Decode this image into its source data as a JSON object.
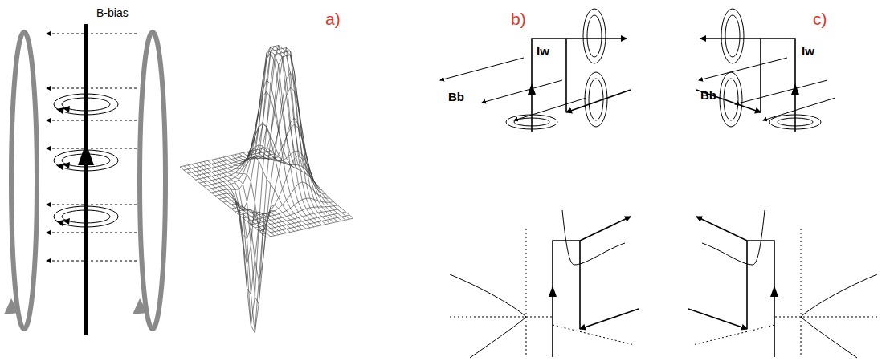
{
  "diagram": {
    "labels": [
      "a)",
      "B-bias",
      "b)",
      "Iw",
      "Bb",
      "c)",
      "Iw",
      "Bb"
    ]
  }
}
